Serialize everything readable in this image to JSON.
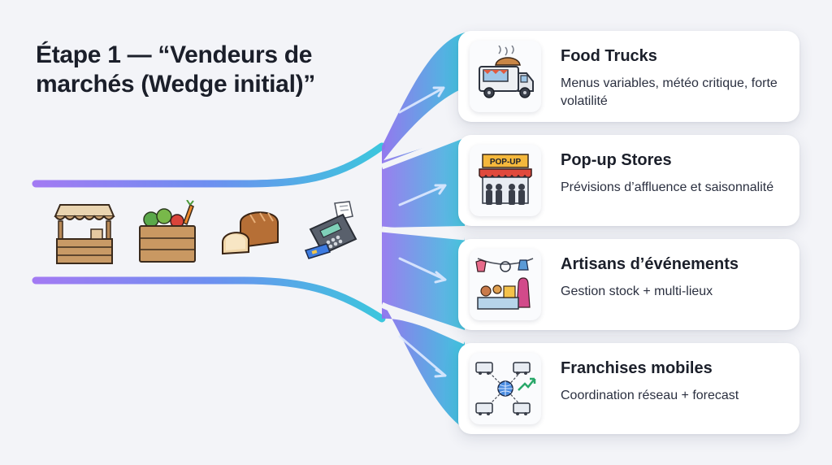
{
  "title": "Étape 1 — “Vendeurs de marchés (Wedge initial)”",
  "source_icons": [
    "market-stall-icon",
    "vegetable-crate-icon",
    "bread-loaf-icon",
    "card-terminal-icon"
  ],
  "colors": {
    "flow_start": "#9a7cf2",
    "flow_mid": "#6c8ef0",
    "flow_end": "#35c2dc",
    "card_bg": "#ffffff",
    "text": "#1b1f2a"
  },
  "segments": [
    {
      "title": "Food Trucks",
      "description": "Menus variables, météo critique, forte volatilité",
      "icon": "food-truck-icon"
    },
    {
      "title": "Pop-up Stores",
      "description": "Prévisions d’affluence et saisonnalité",
      "icon": "pop-up-store-icon",
      "sign": "POP-UP"
    },
    {
      "title": "Artisans d’événements",
      "description": "Gestion stock + multi-lieux",
      "icon": "artisan-stand-icon"
    },
    {
      "title": "Franchises mobiles",
      "description": "Coordination réseau + forecast",
      "icon": "franchise-network-icon"
    }
  ]
}
